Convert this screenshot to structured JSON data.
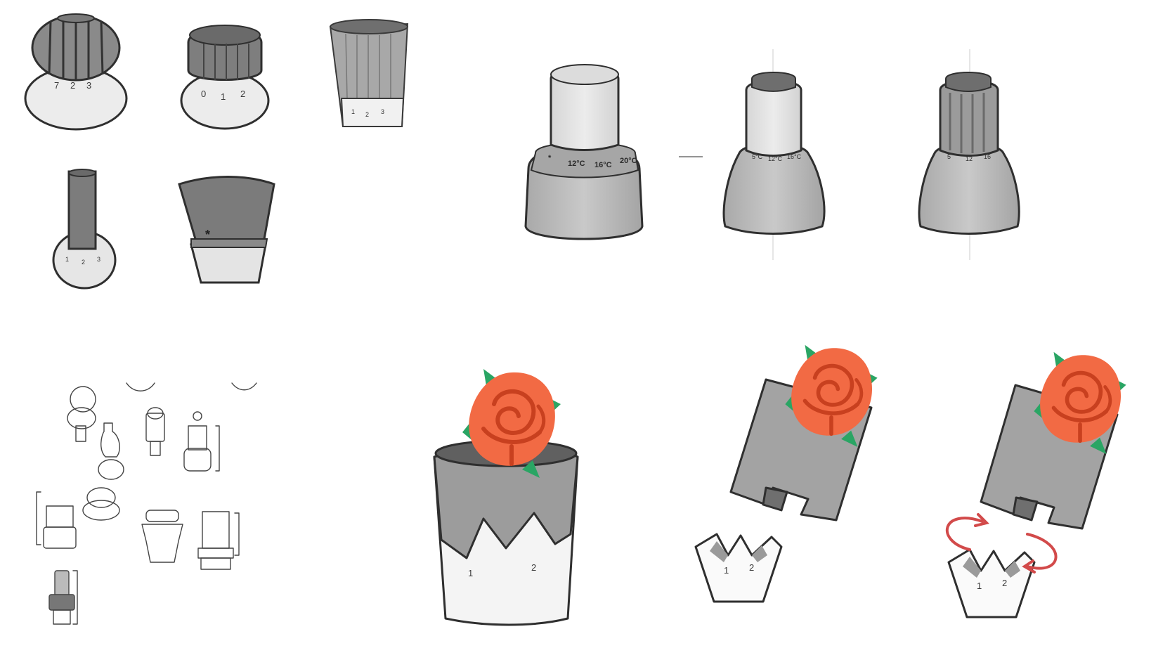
{
  "sketches": {
    "knob_a_labels": [
      "7",
      "2",
      "3"
    ],
    "knob_b_labels": [
      "0",
      "1",
      "2"
    ],
    "knob_c_labels": [
      "1",
      "2",
      "3"
    ],
    "knob_d_labels": [
      "1",
      "2",
      "3"
    ],
    "knob_e_marker": "*",
    "dial_markers": {
      "star": "*",
      "t1": "12°C",
      "t2": "16°C",
      "t3": "20°C"
    },
    "dial_b_labels": [
      "5°C",
      "12°C",
      "16°C"
    ],
    "dial_c_labels": [
      "5",
      "12",
      "16"
    ],
    "crown_labels": [
      "1",
      "2"
    ]
  },
  "colors": {
    "rose": "#f26a44",
    "rose_line": "#c8401f",
    "leaf": "#2aa564",
    "arrow": "#d24a4a"
  }
}
